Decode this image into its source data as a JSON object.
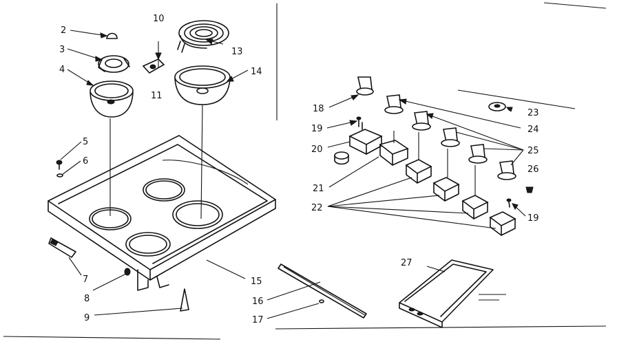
{
  "diagram": {
    "labels": {
      "p2": "2",
      "p3": "3",
      "p4": "4",
      "p5": "5",
      "p6": "6",
      "p7": "7",
      "p8": "8",
      "p9": "9",
      "p10": "10",
      "p11": "11",
      "p13": "13",
      "p14": "14",
      "p15": "15",
      "p16": "16",
      "p17": "17",
      "p18": "18",
      "p19a": "19",
      "p19b": "19",
      "p20": "20",
      "p21": "21",
      "p22": "22",
      "p23": "23",
      "p24": "24",
      "p25": "25",
      "p26": "26",
      "p27": "27"
    }
  }
}
